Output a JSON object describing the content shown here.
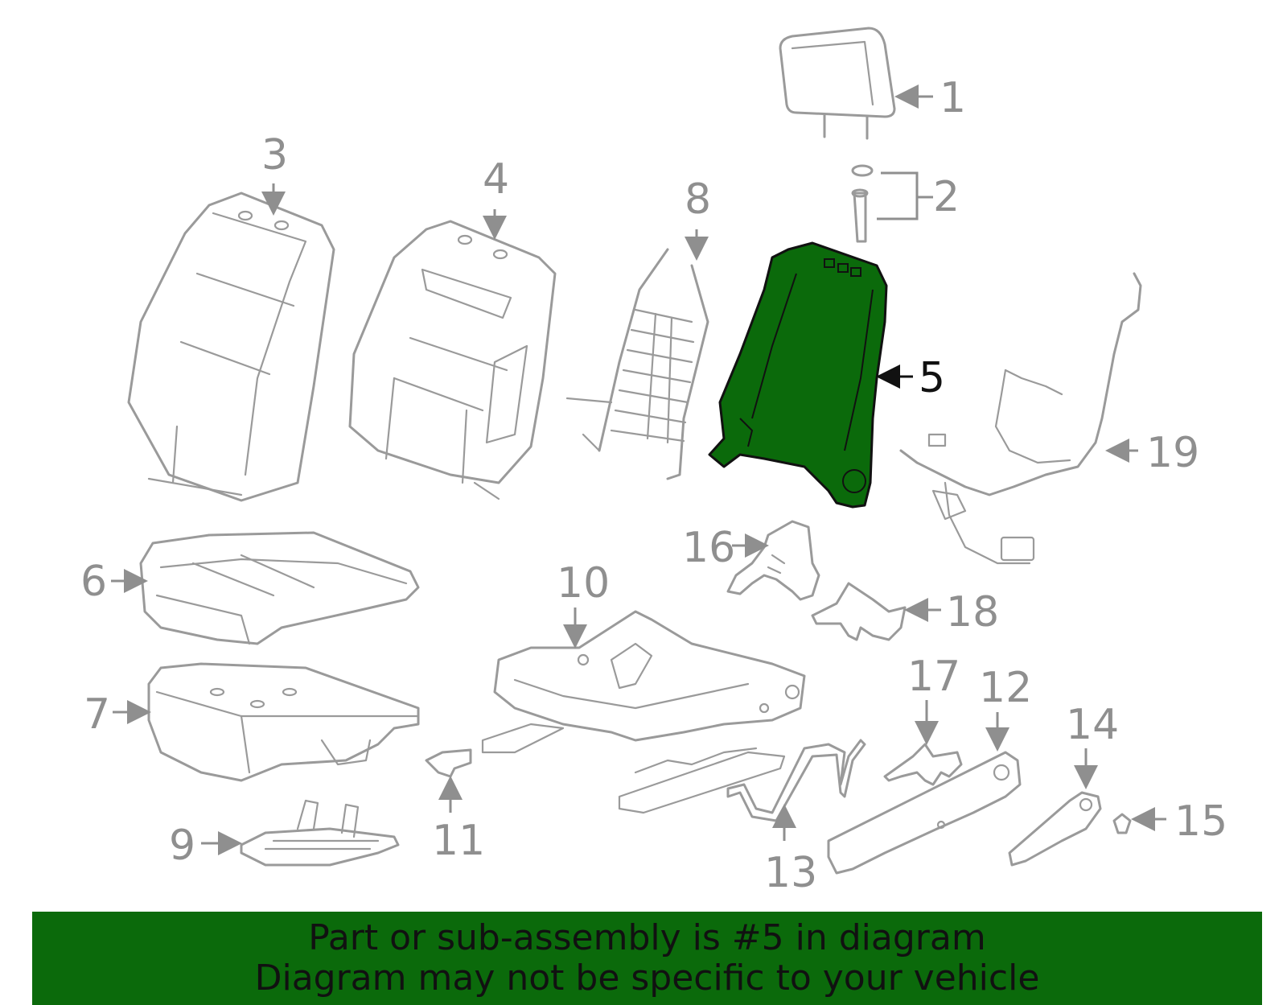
{
  "diagram": {
    "highlight_color": "#0b6a0b",
    "callouts": {
      "c1": "1",
      "c2": "2",
      "c3": "3",
      "c4": "4",
      "c5": "5",
      "c6": "6",
      "c7": "7",
      "c8": "8",
      "c9": "9",
      "c10": "10",
      "c11": "11",
      "c12": "12",
      "c13": "13",
      "c14": "14",
      "c15": "15",
      "c16": "16",
      "c17": "17",
      "c18": "18",
      "c19": "19"
    },
    "highlighted_part": "5"
  },
  "banner": {
    "line1": "Part or sub-assembly is #5 in diagram",
    "line2": "Diagram may not be specific to your vehicle",
    "color": "#0b6a0b"
  }
}
